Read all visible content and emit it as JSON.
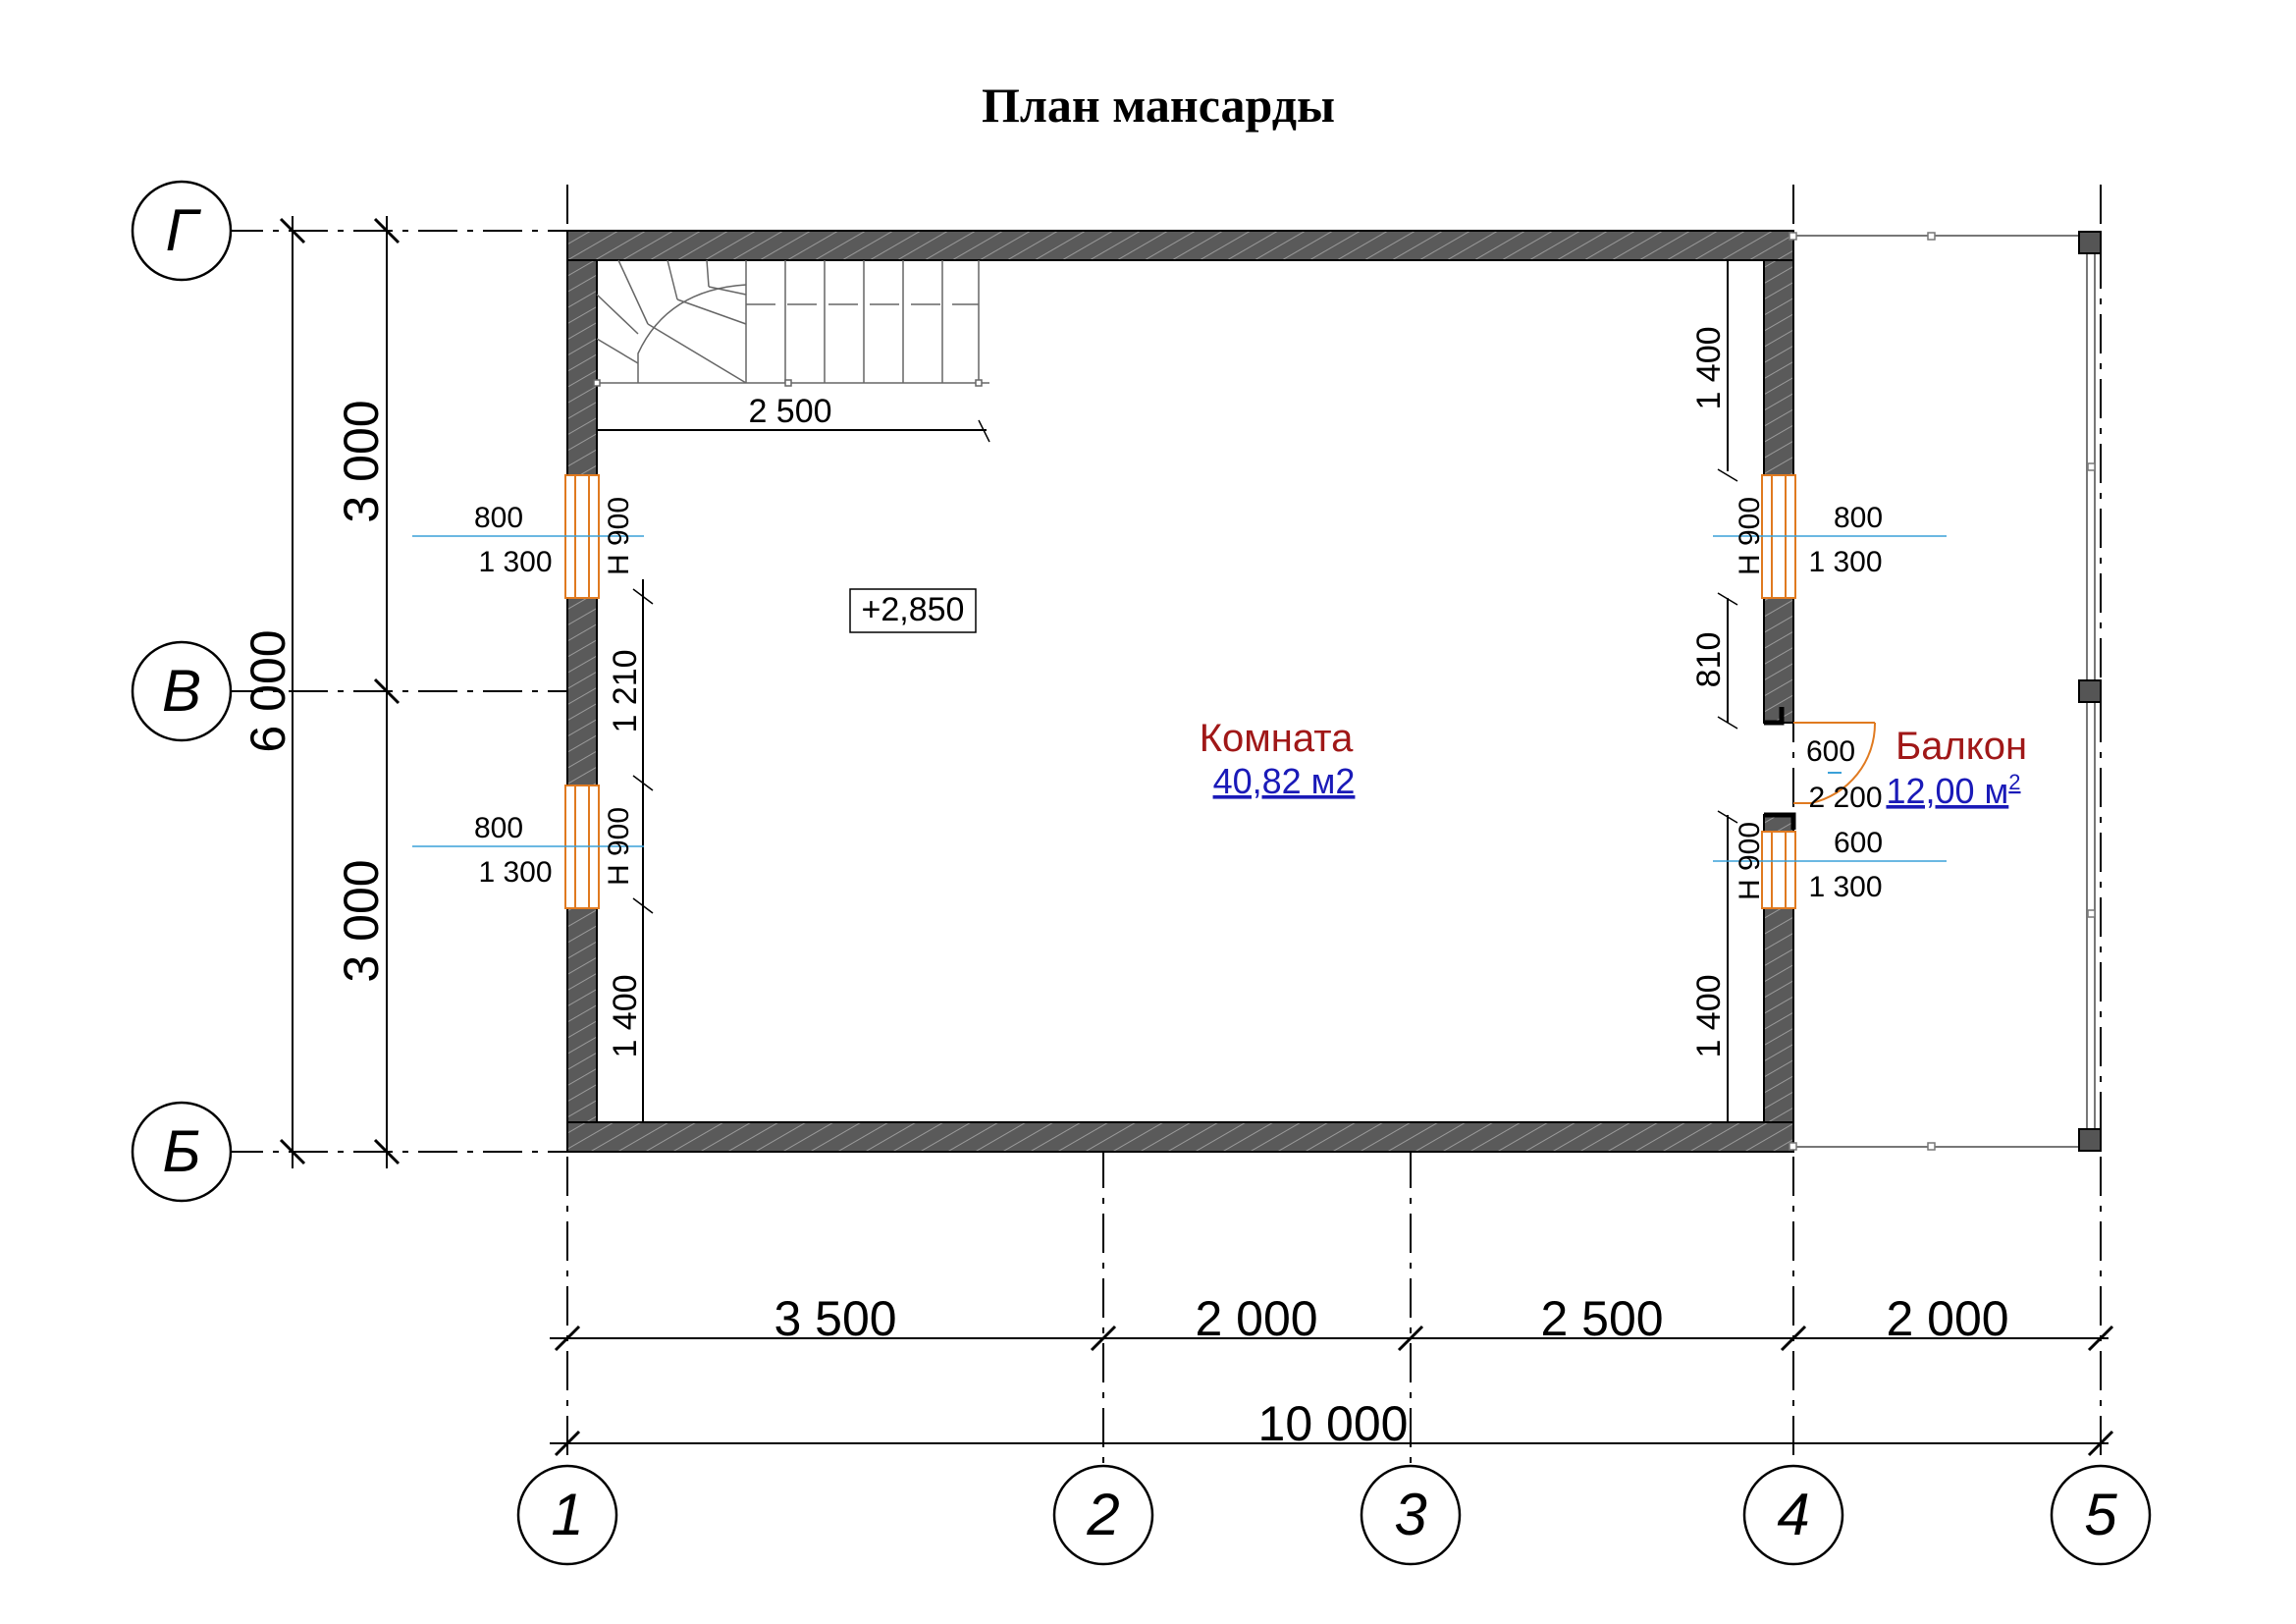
{
  "title": "План мансарды",
  "axes": {
    "rows": [
      {
        "label": "Г"
      },
      {
        "label": "В"
      },
      {
        "label": "Б"
      }
    ],
    "cols": [
      {
        "label": "1"
      },
      {
        "label": "2"
      },
      {
        "label": "3"
      },
      {
        "label": "4"
      },
      {
        "label": "5"
      }
    ]
  },
  "dims": {
    "bottom": [
      "3 500",
      "2 000",
      "2 500",
      "2 000"
    ],
    "overall_x": "10 000",
    "left_parts": [
      "3 000",
      "3 000"
    ],
    "overall_y": "6 000",
    "stair_length": "2 500",
    "left_wall_seg1": "1 210",
    "left_wall_seg2": "1 400",
    "right_wall_seg1": "1 400",
    "right_wall_seg2": "810",
    "right_wall_seg3": "1 400"
  },
  "windows": {
    "left_top": {
      "width": "800",
      "height": "1 300",
      "sill": "Н 900"
    },
    "left_bottom": {
      "width": "800",
      "height": "1 300",
      "sill": "Н 900"
    },
    "right_top": {
      "width": "800",
      "height": "1 300",
      "sill": "Н 900"
    },
    "right_bottom": {
      "width": "600",
      "height": "1 300",
      "sill": "Н 900"
    }
  },
  "door": {
    "width": "600",
    "height": "2 200"
  },
  "level_mark": "+2,850",
  "rooms": {
    "room": {
      "name": "Комната",
      "area": "40,82 м2"
    },
    "balcony": {
      "name": "Балкон",
      "area": "12,00 м",
      "area_sup": "2"
    }
  },
  "colors": {
    "room_name": "#a01818",
    "area": "#1a1ab8",
    "window": "#e07a20",
    "wall_fill": "#555555",
    "sill_line": "#3aa0d8"
  }
}
